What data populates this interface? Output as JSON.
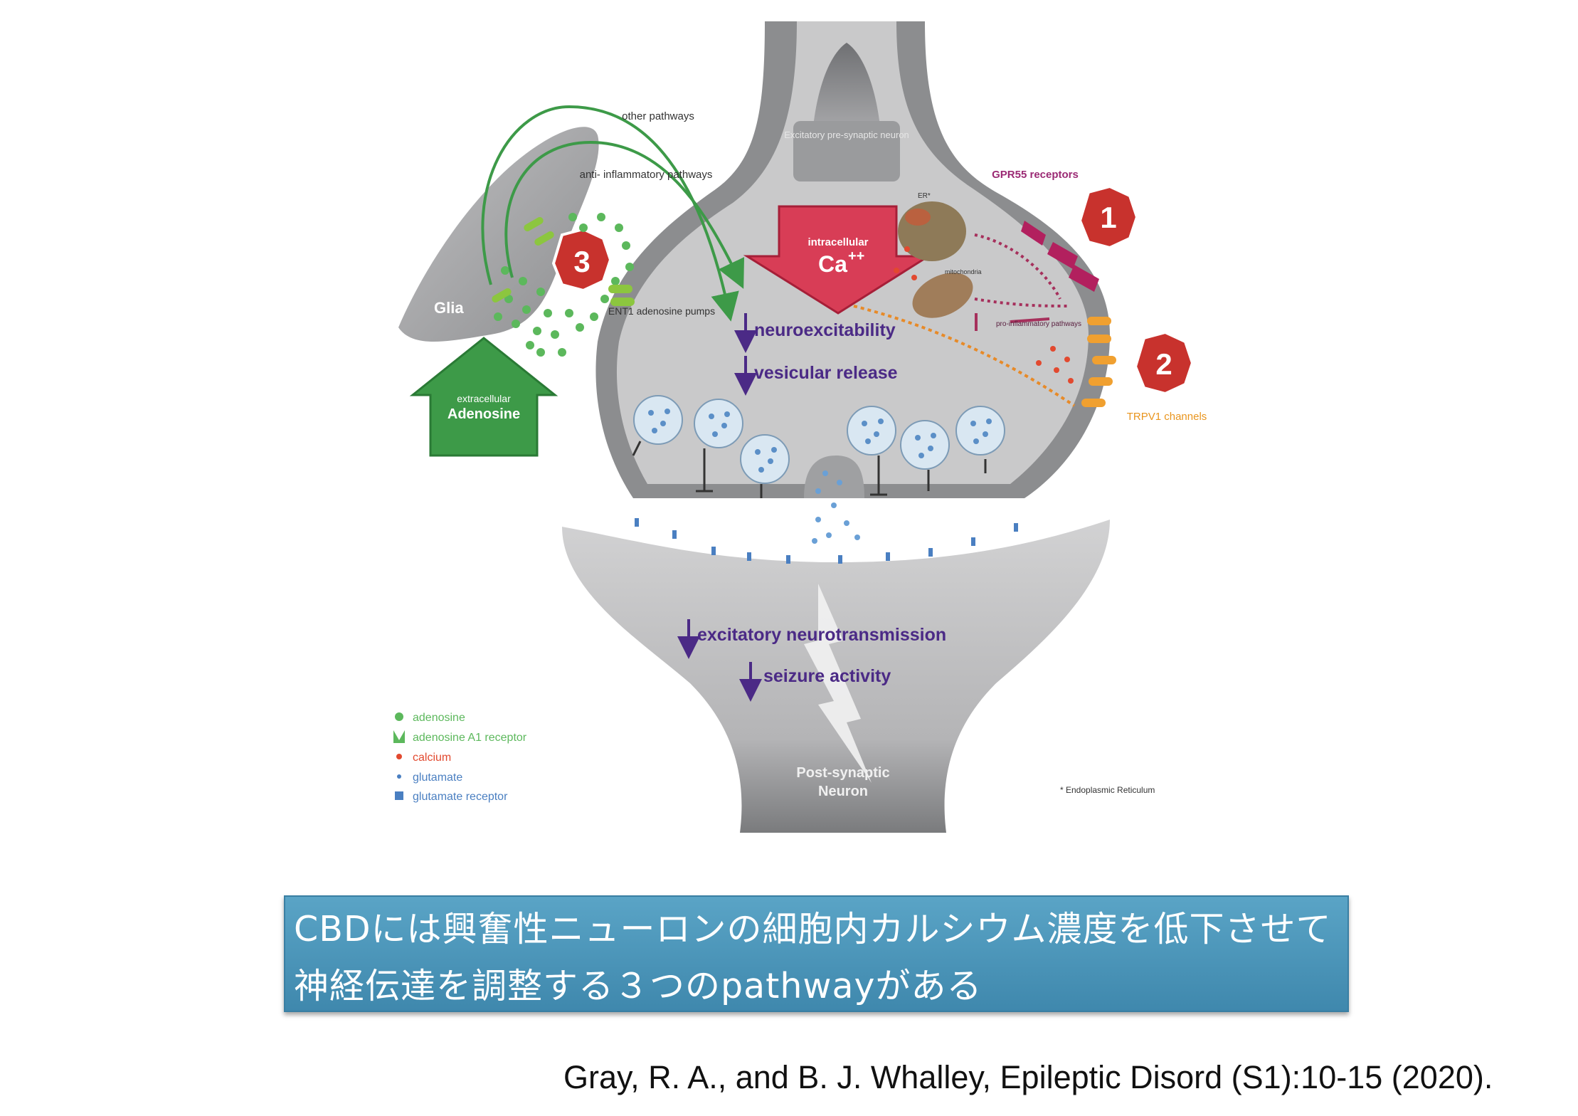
{
  "diagram": {
    "title_label": "Excitatory pre-synaptic neuron",
    "glia_label": "Glia",
    "other_pathways": "other pathways",
    "anti_inflammatory": "anti- inflammatory pathways",
    "ent1_label": "ENT1 adenosine pumps",
    "intracellular_label": "intracellular",
    "ca_label": "Ca",
    "ca_sup": "++",
    "er_label": "ER*",
    "mitochondria_label": "mitochondria",
    "gpr55_label": "GPR55 receptors",
    "proinflammatory_label": "pro-inflammatory pathways",
    "trpv1_label": "TRPV1 channels",
    "neuroexcitability": "neuroexcitability",
    "vesicular_release": "vesicular release",
    "extracellular_label": "extracellular",
    "adenosine_label": "Adenosine",
    "excitatory_neuro": "excitatory neurotransmission",
    "seizure_activity": "seizure activity",
    "post_synaptic": "Post-synaptic",
    "neuron": "Neuron",
    "footnote": "* Endoplasmic Reticulum",
    "badges": [
      "1",
      "2",
      "3"
    ]
  },
  "legend": [
    {
      "label": "adenosine",
      "color": "#5cb85c",
      "icon": "green-dot"
    },
    {
      "label": "adenosine A1 receptor",
      "color": "#5cb85c",
      "icon": "green-receptor"
    },
    {
      "label": "calcium",
      "color": "#e2492f",
      "icon": "red-dot"
    },
    {
      "label": "glutamate",
      "color": "#4a7fc1",
      "icon": "blue-dot"
    },
    {
      "label": "glutamate receptor",
      "color": "#4a7fc1",
      "icon": "blue-receptor"
    }
  ],
  "caption": {
    "line1": "CBDには興奮性ニューロンの細胞内カルシウム濃度を低下させて",
    "line2": "神経伝達を調整する３つのpathwayがある"
  },
  "citation": "Gray, R. A., and B. J. Whalley, Epileptic Disord (S1):10-15 (2020).",
  "colors": {
    "neuron_gray": "#c9c9ca",
    "neuron_dark": "#8d8e90",
    "green": "#3d9a48",
    "red_badge": "#c8322d",
    "purple": "#4b2a86",
    "magenta": "#b2205e",
    "orange": "#f0a030",
    "caption_bg": "#4a93b8"
  }
}
